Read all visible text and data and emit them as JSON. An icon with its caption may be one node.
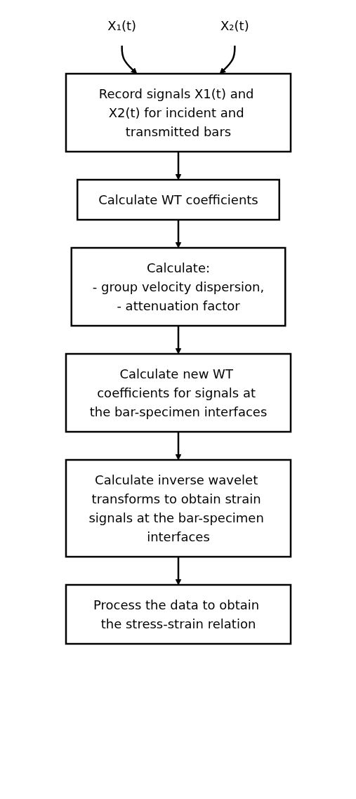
{
  "diagram": {
    "nodes": [
      {
        "text": [
          "X₁(t)"
        ]
      },
      {
        "text": [
          "X₂(t)"
        ]
      },
      {
        "text": [
          "Record signals X1(t) and X2(t) for incident and transmitted bars"
        ]
      },
      {
        "text": [
          "Calculate WT coefficients"
        ]
      },
      {
        "text": [
          "Calculate:",
          "- group velocity dispersion,",
          "- attenuation factor"
        ]
      },
      {
        "text": [
          "Calculate new WT coefficients for signals at the bar-specimen interfaces"
        ]
      },
      {
        "text": [
          "Calculate inverse wavelet transforms to obtain strain signals at the bar-specimen interfaces"
        ]
      },
      {
        "text": [
          "Process the data to obtain the stress-strain relation"
        ]
      }
    ],
    "edges": [
      {
        "from": 0,
        "to": 2,
        "arrow": "to"
      },
      {
        "from": 1,
        "to": 2,
        "arrow": "to"
      },
      {
        "from": 2,
        "to": 3,
        "arrow": "to"
      },
      {
        "from": 3,
        "to": 4,
        "arrow": "to"
      },
      {
        "from": 4,
        "to": 5,
        "arrow": "to"
      },
      {
        "from": 5,
        "to": 6,
        "arrow": "to"
      },
      {
        "from": 6,
        "to": 7,
        "arrow": "to"
      }
    ]
  }
}
